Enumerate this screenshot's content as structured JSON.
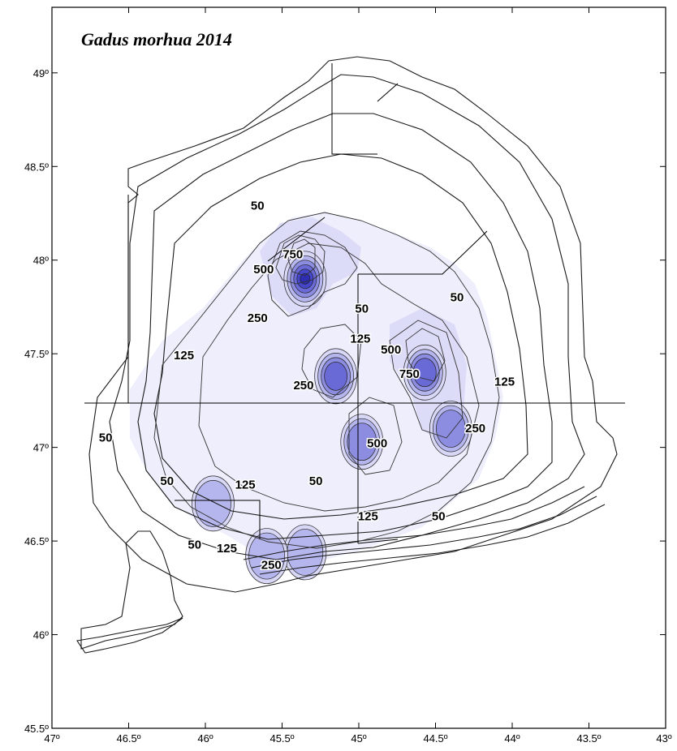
{
  "title": "Gadus morhua 2014",
  "y_ticks": [
    {
      "label": "49º",
      "value": 49.0
    },
    {
      "label": "48.5º",
      "value": 48.5
    },
    {
      "label": "48º",
      "value": 48.0
    },
    {
      "label": "47.5º",
      "value": 47.5
    },
    {
      "label": "47º",
      "value": 47.0
    },
    {
      "label": "46.5º",
      "value": 46.5
    },
    {
      "label": "46º",
      "value": 46.0
    },
    {
      "label": "45.5º",
      "value": 45.5
    }
  ],
  "x_ticks": [
    {
      "label": "47º",
      "value": 47.0
    },
    {
      "label": "46.5º",
      "value": 46.5
    },
    {
      "label": "46º",
      "value": 46.0
    },
    {
      "label": "45.5º",
      "value": 45.5
    },
    {
      "label": "45º",
      "value": 45.0
    },
    {
      "label": "44.5º",
      "value": 44.5
    },
    {
      "label": "44º",
      "value": 44.0
    },
    {
      "label": "43.5º",
      "value": 43.5
    },
    {
      "label": "43º",
      "value": 43.0
    }
  ],
  "contour_labels": [
    {
      "text": "50",
      "lon": 45.66,
      "lat": 48.27
    },
    {
      "text": "750",
      "lon": 45.43,
      "lat": 48.01
    },
    {
      "text": "500",
      "lon": 45.62,
      "lat": 47.93
    },
    {
      "text": "250",
      "lon": 45.66,
      "lat": 47.67
    },
    {
      "text": "50",
      "lon": 44.98,
      "lat": 47.72
    },
    {
      "text": "50",
      "lon": 44.36,
      "lat": 47.78
    },
    {
      "text": "125",
      "lon": 44.99,
      "lat": 47.56
    },
    {
      "text": "125",
      "lon": 46.14,
      "lat": 47.47
    },
    {
      "text": "500",
      "lon": 44.79,
      "lat": 47.5
    },
    {
      "text": "250",
      "lon": 45.36,
      "lat": 47.31
    },
    {
      "text": "750",
      "lon": 44.67,
      "lat": 47.37
    },
    {
      "text": "125",
      "lon": 44.05,
      "lat": 47.33
    },
    {
      "text": "250",
      "lon": 44.24,
      "lat": 47.08
    },
    {
      "text": "500",
      "lon": 44.88,
      "lat": 47.0
    },
    {
      "text": "50",
      "lon": 46.65,
      "lat": 47.03
    },
    {
      "text": "50",
      "lon": 46.25,
      "lat": 46.8
    },
    {
      "text": "125",
      "lon": 45.74,
      "lat": 46.78
    },
    {
      "text": "50",
      "lon": 45.28,
      "lat": 46.8
    },
    {
      "text": "125",
      "lon": 44.94,
      "lat": 46.61
    },
    {
      "text": "50",
      "lon": 44.48,
      "lat": 46.61
    },
    {
      "text": "50",
      "lon": 46.07,
      "lat": 46.46
    },
    {
      "text": "125",
      "lon": 45.86,
      "lat": 46.44
    },
    {
      "text": "250",
      "lon": 45.57,
      "lat": 46.35
    }
  ],
  "hotspots": [
    {
      "lon": 45.35,
      "lat": 47.9,
      "rank": 5
    },
    {
      "lon": 45.15,
      "lat": 47.38,
      "rank": 3
    },
    {
      "lon": 44.57,
      "lat": 47.4,
      "rank": 3
    },
    {
      "lon": 44.98,
      "lat": 47.03,
      "rank": 2
    },
    {
      "lon": 44.4,
      "lat": 47.1,
      "rank": 2
    },
    {
      "lon": 45.95,
      "lat": 46.7,
      "rank": 1
    },
    {
      "lon": 45.35,
      "lat": 46.44,
      "rank": 1
    },
    {
      "lon": 45.6,
      "lat": 46.42,
      "rank": 1
    }
  ],
  "colors": {
    "frame": "#000000",
    "shade_light": "#eeeefc",
    "shade_mid": "#b6b6ee",
    "shade_dark": "#4646c8",
    "contour": "#1a1a1a"
  }
}
